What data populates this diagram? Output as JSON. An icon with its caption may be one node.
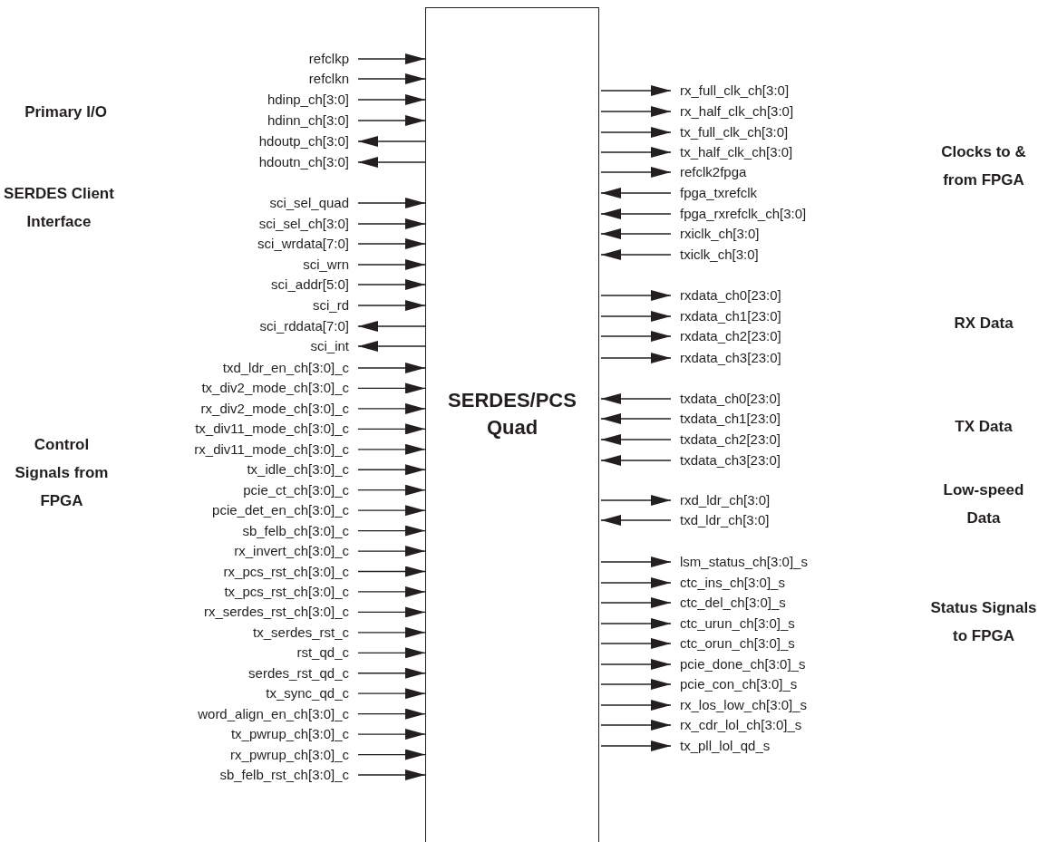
{
  "diagram": {
    "nodes": [
      {
        "text": [
          "SERDES/PCS Quad"
        ]
      },
      {
        "text": [
          "refclkp"
        ]
      },
      {
        "text": [
          "refclkn"
        ]
      },
      {
        "text": [
          "hdinp_ch[3:0]"
        ]
      },
      {
        "text": [
          "hdinn_ch[3:0]"
        ]
      },
      {
        "text": [
          "hdoutp_ch[3:0]"
        ]
      },
      {
        "text": [
          "hdoutn_ch[3:0]"
        ]
      },
      {
        "text": [
          "sci_sel_quad"
        ]
      },
      {
        "text": [
          "sci_sel_ch[3:0]"
        ]
      },
      {
        "text": [
          "sci_wrdata[7:0]"
        ]
      },
      {
        "text": [
          "sci_wrn"
        ]
      },
      {
        "text": [
          "sci_addr[5:0]"
        ]
      },
      {
        "text": [
          "sci_rd"
        ]
      },
      {
        "text": [
          "sci_rddata[7:0]"
        ]
      },
      {
        "text": [
          "sci_int"
        ]
      },
      {
        "text": [
          "txd_ldr_en_ch[3:0]_c"
        ]
      },
      {
        "text": [
          "tx_div2_mode_ch[3:0]_c"
        ]
      },
      {
        "text": [
          "rx_div2_mode_ch[3:0]_c"
        ]
      },
      {
        "text": [
          "tx_div11_mode_ch[3:0]_c"
        ]
      },
      {
        "text": [
          "rx_div11_mode_ch[3:0]_c"
        ]
      },
      {
        "text": [
          "tx_idle_ch[3:0]_c"
        ]
      },
      {
        "text": [
          "pcie_ct_ch[3:0]_c"
        ]
      },
      {
        "text": [
          "pcie_det_en_ch[3:0]_c"
        ]
      },
      {
        "text": [
          "sb_felb_ch[3:0]_c"
        ]
      },
      {
        "text": [
          "rx_invert_ch[3:0]_c"
        ]
      },
      {
        "text": [
          "rx_pcs_rst_ch[3:0]_c"
        ]
      },
      {
        "text": [
          "tx_pcs_rst_ch[3:0]_c"
        ]
      },
      {
        "text": [
          "rx_serdes_rst_ch[3:0]_c"
        ]
      },
      {
        "text": [
          "tx_serdes_rst_c"
        ]
      },
      {
        "text": [
          "rst_qd_c"
        ]
      },
      {
        "text": [
          "serdes_rst_qd_c"
        ]
      },
      {
        "text": [
          "tx_sync_qd_c"
        ]
      },
      {
        "text": [
          "word_align_en_ch[3:0]_c"
        ]
      },
      {
        "text": [
          "tx_pwrup_ch[3:0]_c"
        ]
      },
      {
        "text": [
          "rx_pwrup_ch[3:0]_c"
        ]
      },
      {
        "text": [
          "sb_felb_rst_ch[3:0]_c"
        ]
      },
      {
        "text": [
          "rx_full_clk_ch[3:0]"
        ]
      },
      {
        "text": [
          "rx_half_clk_ch[3:0]"
        ]
      },
      {
        "text": [
          "tx_full_clk_ch[3:0]"
        ]
      },
      {
        "text": [
          "tx_half_clk_ch[3:0]"
        ]
      },
      {
        "text": [
          "refclk2fpga"
        ]
      },
      {
        "text": [
          "fpga_txrefclk"
        ]
      },
      {
        "text": [
          "fpga_rxrefclk_ch[3:0]"
        ]
      },
      {
        "text": [
          "rxiclk_ch[3:0]"
        ]
      },
      {
        "text": [
          "txiclk_ch[3:0]"
        ]
      },
      {
        "text": [
          "rxdata_ch0[23:0]"
        ]
      },
      {
        "text": [
          "rxdata_ch1[23:0]"
        ]
      },
      {
        "text": [
          "rxdata_ch2[23:0]"
        ]
      },
      {
        "text": [
          "rxdata_ch3[23:0]"
        ]
      },
      {
        "text": [
          "txdata_ch0[23:0]"
        ]
      },
      {
        "text": [
          "txdata_ch1[23:0]"
        ]
      },
      {
        "text": [
          "txdata_ch2[23:0]"
        ]
      },
      {
        "text": [
          "txdata_ch3[23:0]"
        ]
      },
      {
        "text": [
          "rxd_ldr_ch[3:0]"
        ]
      },
      {
        "text": [
          "txd_ldr_ch[3:0]"
        ]
      },
      {
        "text": [
          "lsm_status_ch[3:0]_s"
        ]
      },
      {
        "text": [
          "ctc_ins_ch[3:0]_s"
        ]
      },
      {
        "text": [
          "ctc_del_ch[3:0]_s"
        ]
      },
      {
        "text": [
          "ctc_urun_ch[3:0]_s"
        ]
      },
      {
        "text": [
          "ctc_orun_ch[3:0]_s"
        ]
      },
      {
        "text": [
          "pcie_done_ch[3:0]_s"
        ]
      },
      {
        "text": [
          "pcie_con_ch[3:0]_s"
        ]
      },
      {
        "text": [
          "rx_los_low_ch[3:0]_s"
        ]
      },
      {
        "text": [
          "rx_cdr_lol_ch[3:0]_s"
        ]
      },
      {
        "text": [
          "tx_pll_lol_qd_s"
        ]
      }
    ],
    "edges": [
      {
        "from": 1,
        "to": 0,
        "arrow": "to"
      },
      {
        "from": 2,
        "to": 0,
        "arrow": "to"
      },
      {
        "from": 3,
        "to": 0,
        "arrow": "to"
      },
      {
        "from": 4,
        "to": 0,
        "arrow": "to"
      },
      {
        "from": 0,
        "to": 5,
        "arrow": "to"
      },
      {
        "from": 0,
        "to": 6,
        "arrow": "to"
      },
      {
        "from": 7,
        "to": 0,
        "arrow": "to"
      },
      {
        "from": 8,
        "to": 0,
        "arrow": "to"
      },
      {
        "from": 9,
        "to": 0,
        "arrow": "to"
      },
      {
        "from": 10,
        "to": 0,
        "arrow": "to"
      },
      {
        "from": 11,
        "to": 0,
        "arrow": "to"
      },
      {
        "from": 12,
        "to": 0,
        "arrow": "to"
      },
      {
        "from": 0,
        "to": 13,
        "arrow": "to"
      },
      {
        "from": 0,
        "to": 14,
        "arrow": "to"
      },
      {
        "from": 15,
        "to": 0,
        "arrow": "to"
      },
      {
        "from": 16,
        "to": 0,
        "arrow": "to"
      },
      {
        "from": 17,
        "to": 0,
        "arrow": "to"
      },
      {
        "from": 18,
        "to": 0,
        "arrow": "to"
      },
      {
        "from": 19,
        "to": 0,
        "arrow": "to"
      },
      {
        "from": 20,
        "to": 0,
        "arrow": "to"
      },
      {
        "from": 21,
        "to": 0,
        "arrow": "to"
      },
      {
        "from": 22,
        "to": 0,
        "arrow": "to"
      },
      {
        "from": 23,
        "to": 0,
        "arrow": "to"
      },
      {
        "from": 24,
        "to": 0,
        "arrow": "to"
      },
      {
        "from": 25,
        "to": 0,
        "arrow": "to"
      },
      {
        "from": 26,
        "to": 0,
        "arrow": "to"
      },
      {
        "from": 27,
        "to": 0,
        "arrow": "to"
      },
      {
        "from": 28,
        "to": 0,
        "arrow": "to"
      },
      {
        "from": 29,
        "to": 0,
        "arrow": "to"
      },
      {
        "from": 30,
        "to": 0,
        "arrow": "to"
      },
      {
        "from": 31,
        "to": 0,
        "arrow": "to"
      },
      {
        "from": 32,
        "to": 0,
        "arrow": "to"
      },
      {
        "from": 33,
        "to": 0,
        "arrow": "to"
      },
      {
        "from": 34,
        "to": 0,
        "arrow": "to"
      },
      {
        "from": 35,
        "to": 0,
        "arrow": "to"
      },
      {
        "from": 0,
        "to": 36,
        "arrow": "to"
      },
      {
        "from": 0,
        "to": 37,
        "arrow": "to"
      },
      {
        "from": 0,
        "to": 38,
        "arrow": "to"
      },
      {
        "from": 0,
        "to": 39,
        "arrow": "to"
      },
      {
        "from": 0,
        "to": 40,
        "arrow": "to"
      },
      {
        "from": 41,
        "to": 0,
        "arrow": "to"
      },
      {
        "from": 42,
        "to": 0,
        "arrow": "to"
      },
      {
        "from": 43,
        "to": 0,
        "arrow": "to"
      },
      {
        "from": 44,
        "to": 0,
        "arrow": "to"
      },
      {
        "from": 0,
        "to": 45,
        "arrow": "to"
      },
      {
        "from": 0,
        "to": 46,
        "arrow": "to"
      },
      {
        "from": 0,
        "to": 47,
        "arrow": "to"
      },
      {
        "from": 0,
        "to": 48,
        "arrow": "to"
      },
      {
        "from": 49,
        "to": 0,
        "arrow": "to"
      },
      {
        "from": 50,
        "to": 0,
        "arrow": "to"
      },
      {
        "from": 51,
        "to": 0,
        "arrow": "to"
      },
      {
        "from": 52,
        "to": 0,
        "arrow": "to"
      },
      {
        "from": 0,
        "to": 53,
        "arrow": "to"
      },
      {
        "from": 54,
        "to": 0,
        "arrow": "to"
      },
      {
        "from": 0,
        "to": 55,
        "arrow": "to"
      },
      {
        "from": 0,
        "to": 56,
        "arrow": "to"
      },
      {
        "from": 0,
        "to": 57,
        "arrow": "to"
      },
      {
        "from": 0,
        "to": 58,
        "arrow": "to"
      },
      {
        "from": 0,
        "to": 59,
        "arrow": "to"
      },
      {
        "from": 0,
        "to": 60,
        "arrow": "to"
      },
      {
        "from": 0,
        "to": 61,
        "arrow": "to"
      },
      {
        "from": 0,
        "to": 62,
        "arrow": "to"
      },
      {
        "from": 0,
        "to": 63,
        "arrow": "to"
      },
      {
        "from": 0,
        "to": 64,
        "arrow": "to"
      }
    ],
    "labels": [
      "Primary I/O",
      "Clocks to & from FPGA",
      "SERDES Client Interface",
      "RX Data",
      "TX Data",
      "Control Signals from FPGA",
      "Low-speed Data",
      "Status Signals to FPGA"
    ]
  }
}
